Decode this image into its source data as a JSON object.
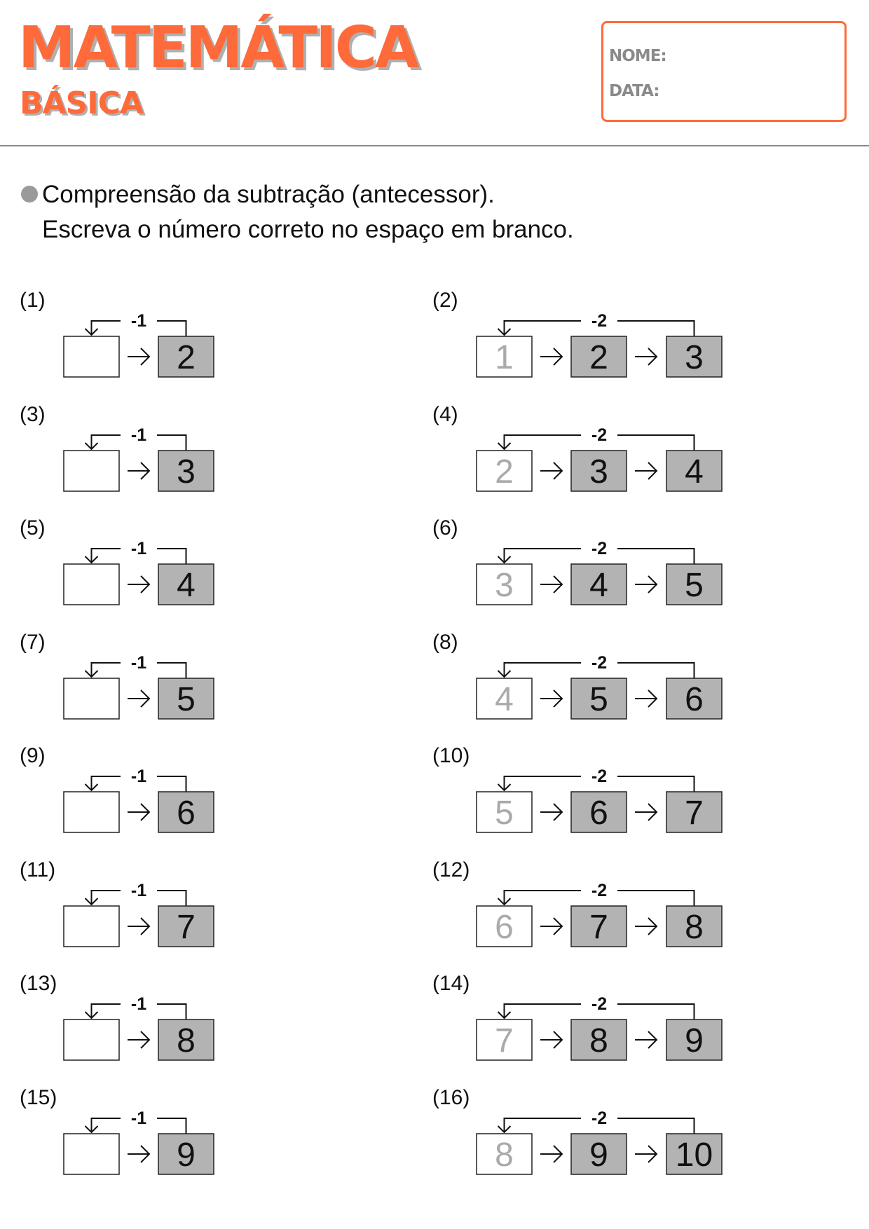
{
  "header": {
    "title": "MATEMÁTICA",
    "subtitle": "BÁSICA",
    "name_label": "NOME:",
    "date_label": "DATA:"
  },
  "instructions": {
    "line1": "Compreensão da subtração (antecessor).",
    "line2": "Escreva o número correto no espaço em branco."
  },
  "colors": {
    "accent": "#ff6a3a",
    "filled_box": "#b3b3b3",
    "hint_digit": "#aaaaaa"
  },
  "exercises": [
    {
      "label": "(1)",
      "op": "-1",
      "boxes": [
        {
          "value": "",
          "style": "empty"
        },
        {
          "value": "2",
          "style": "filled"
        }
      ]
    },
    {
      "label": "(2)",
      "op": "-2",
      "boxes": [
        {
          "value": "1",
          "style": "hint"
        },
        {
          "value": "2",
          "style": "filled"
        },
        {
          "value": "3",
          "style": "filled"
        }
      ]
    },
    {
      "label": "(3)",
      "op": "-1",
      "boxes": [
        {
          "value": "",
          "style": "empty"
        },
        {
          "value": "3",
          "style": "filled"
        }
      ]
    },
    {
      "label": "(4)",
      "op": "-2",
      "boxes": [
        {
          "value": "2",
          "style": "hint"
        },
        {
          "value": "3",
          "style": "filled"
        },
        {
          "value": "4",
          "style": "filled"
        }
      ]
    },
    {
      "label": "(5)",
      "op": "-1",
      "boxes": [
        {
          "value": "",
          "style": "empty"
        },
        {
          "value": "4",
          "style": "filled"
        }
      ]
    },
    {
      "label": "(6)",
      "op": "-2",
      "boxes": [
        {
          "value": "3",
          "style": "hint"
        },
        {
          "value": "4",
          "style": "filled"
        },
        {
          "value": "5",
          "style": "filled"
        }
      ]
    },
    {
      "label": "(7)",
      "op": "-1",
      "boxes": [
        {
          "value": "",
          "style": "empty"
        },
        {
          "value": "5",
          "style": "filled"
        }
      ]
    },
    {
      "label": "(8)",
      "op": "-2",
      "boxes": [
        {
          "value": "4",
          "style": "hint"
        },
        {
          "value": "5",
          "style": "filled"
        },
        {
          "value": "6",
          "style": "filled"
        }
      ]
    },
    {
      "label": "(9)",
      "op": "-1",
      "boxes": [
        {
          "value": "",
          "style": "empty"
        },
        {
          "value": "6",
          "style": "filled"
        }
      ]
    },
    {
      "label": "(10)",
      "op": "-2",
      "boxes": [
        {
          "value": "5",
          "style": "hint"
        },
        {
          "value": "6",
          "style": "filled"
        },
        {
          "value": "7",
          "style": "filled"
        }
      ]
    },
    {
      "label": "(11)",
      "op": "-1",
      "boxes": [
        {
          "value": "",
          "style": "empty"
        },
        {
          "value": "7",
          "style": "filled"
        }
      ]
    },
    {
      "label": "(12)",
      "op": "-2",
      "boxes": [
        {
          "value": "6",
          "style": "hint"
        },
        {
          "value": "7",
          "style": "filled"
        },
        {
          "value": "8",
          "style": "filled"
        }
      ]
    },
    {
      "label": "(13)",
      "op": "-1",
      "boxes": [
        {
          "value": "",
          "style": "empty"
        },
        {
          "value": "8",
          "style": "filled"
        }
      ]
    },
    {
      "label": "(14)",
      "op": "-2",
      "boxes": [
        {
          "value": "7",
          "style": "hint"
        },
        {
          "value": "8",
          "style": "filled"
        },
        {
          "value": "9",
          "style": "filled"
        }
      ]
    },
    {
      "label": "(15)",
      "op": "-1",
      "boxes": [
        {
          "value": "",
          "style": "empty"
        },
        {
          "value": "9",
          "style": "filled"
        }
      ]
    },
    {
      "label": "(16)",
      "op": "-2",
      "boxes": [
        {
          "value": "8",
          "style": "hint"
        },
        {
          "value": "9",
          "style": "filled"
        },
        {
          "value": "10",
          "style": "filled"
        }
      ]
    }
  ]
}
